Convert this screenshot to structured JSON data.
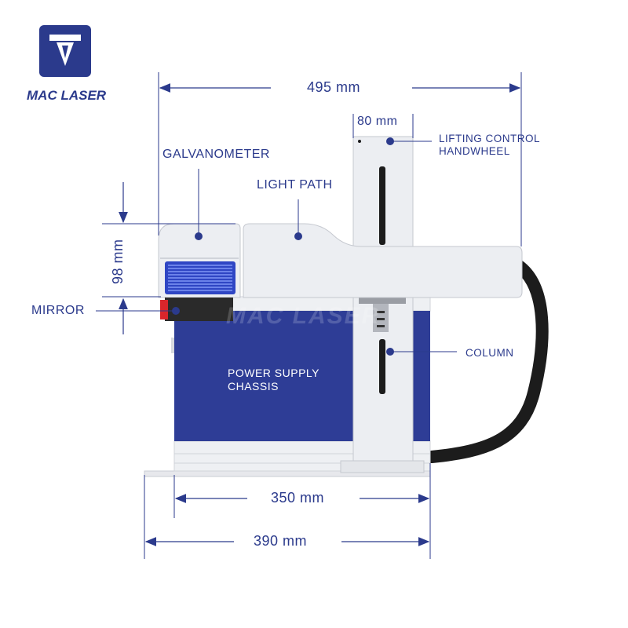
{
  "brand": {
    "name": "MAC LASER",
    "watermark": "MAC LASER",
    "color": "#2b3a8c"
  },
  "dimensions": {
    "overall_width": "495 mm",
    "column_width": "80 mm",
    "head_height": "98 mm",
    "chassis_width": "350 mm",
    "base_width": "390 mm"
  },
  "labels": {
    "galvanometer": "GALVANOMETER",
    "light_path": "LIGHT PATH",
    "lifting_control_line1": "LIFTING CONTROL",
    "lifting_control_line2": "HANDWHEEL",
    "mirror": "MIRROR",
    "column": "COLUMN",
    "power_supply_line1": "POWER SUPPLY",
    "power_supply_line2": "CHASSIS"
  },
  "colors": {
    "accent": "#2b3a8c",
    "chassis": "#2e3d96",
    "body_light": "#eceef2",
    "cable": "#1c1c1c",
    "mirror_red": "#d9262b"
  }
}
